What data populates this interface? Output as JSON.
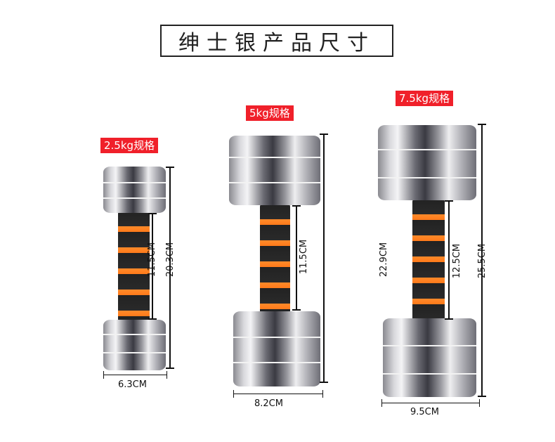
{
  "title": "绅士银产品尺寸",
  "colors": {
    "tag": "#f0202a",
    "foam_orange": "#ff7a1a",
    "foam_black": "#222222"
  },
  "products": [
    {
      "tag": "2.5kg规格",
      "handle_length": "11.5CM",
      "total_height": "20.3CM",
      "diameter": "6.3CM"
    },
    {
      "tag": "5kg规格",
      "handle_length": "11.5CM",
      "diameter": "8.2CM"
    },
    {
      "tag": "7.5kg规格",
      "handle_length": "12.5CM",
      "total_height": "25.5CM",
      "inner_height": "22.9CM",
      "diameter": "9.5CM"
    }
  ]
}
